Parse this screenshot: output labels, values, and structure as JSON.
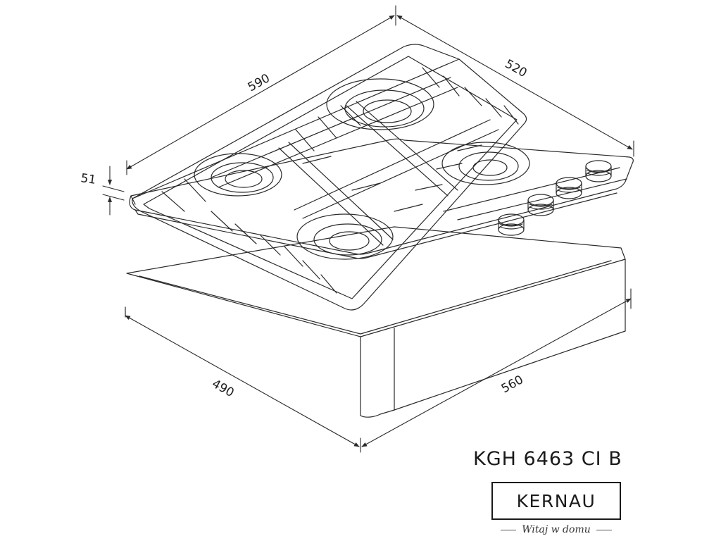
{
  "dimensions": {
    "width_top": "590",
    "depth_top": "520",
    "height": "51",
    "cutout_depth": "490",
    "cutout_width": "560"
  },
  "product": {
    "model": "KGH 6463 CI B",
    "brand": "KERNAU",
    "tagline": "Witaj w domu"
  },
  "colors": {
    "line": "#2a2a2a",
    "background": "#ffffff"
  }
}
